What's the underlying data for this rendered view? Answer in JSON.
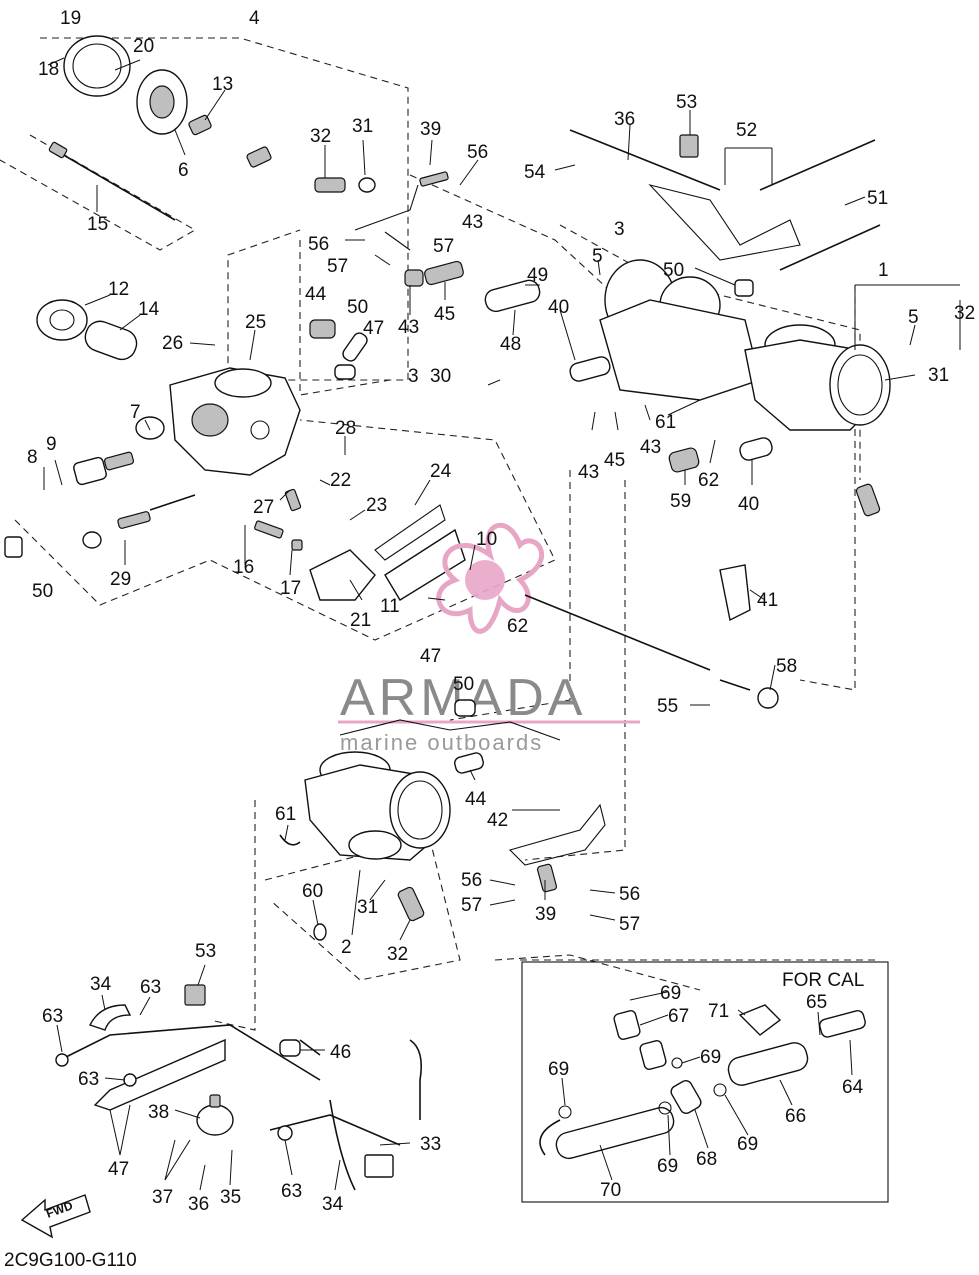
{
  "figure": {
    "part_code": "2C9G100-G110",
    "inset_title": "FOR CAL",
    "direction_arrow_label": "FWD",
    "watermark": {
      "brand": "ARMADA",
      "tagline": "marine outboards",
      "accent_color": "#e7a6c6"
    }
  },
  "callouts": {
    "c1": "1",
    "c2": "2",
    "c3": "3",
    "c3b": "3",
    "c4": "4",
    "c5": "5",
    "c5b": "5",
    "c6": "6",
    "c7": "7",
    "c8": "8",
    "c9": "9",
    "c10": "10",
    "c11": "11",
    "c12": "12",
    "c13": "13",
    "c14": "14",
    "c15": "15",
    "c16": "16",
    "c17": "17",
    "c18": "18",
    "c19": "19",
    "c20": "20",
    "c21": "21",
    "c22": "22",
    "c23": "23",
    "c24": "24",
    "c25": "25",
    "c26": "26",
    "c27": "27",
    "c28": "28",
    "c29": "29",
    "c30": "30",
    "c31": "31",
    "c31b": "31",
    "c31c": "31",
    "c32": "32",
    "c32b": "32",
    "c32c": "32",
    "c33": "33",
    "c34": "34",
    "c34b": "34",
    "c35": "35",
    "c36": "36",
    "c36b": "36",
    "c37": "37",
    "c38": "38",
    "c39": "39",
    "c39b": "39",
    "c40": "40",
    "c40b": "40",
    "c41": "41",
    "c42": "42",
    "c43": "43",
    "c43b": "43",
    "c43c": "43",
    "c43d": "43",
    "c44": "44",
    "c44b": "44",
    "c45": "45",
    "c45b": "45",
    "c46": "46",
    "c47": "47",
    "c47b": "47",
    "c47c": "47",
    "c48": "48",
    "c49": "49",
    "c50": "50",
    "c50b": "50",
    "c50c": "50",
    "c50d": "50",
    "c51": "51",
    "c52": "52",
    "c53": "53",
    "c53b": "53",
    "c54": "54",
    "c55": "55",
    "c56": "56",
    "c56b": "56",
    "c56c": "56",
    "c56d": "56",
    "c57": "57",
    "c57b": "57",
    "c57c": "57",
    "c57d": "57",
    "c58": "58",
    "c59": "59",
    "c60": "60",
    "c61": "61",
    "c61b": "61",
    "c62": "62",
    "c62b": "62",
    "c63": "63",
    "c63b": "63",
    "c63c": "63",
    "c63d": "63",
    "c64": "64",
    "c65": "65",
    "c66": "66",
    "c67": "67",
    "c68": "68",
    "c69": "69",
    "c69b": "69",
    "c69c": "69",
    "c69d": "69",
    "c69e": "69",
    "c70": "70",
    "c71": "71"
  }
}
